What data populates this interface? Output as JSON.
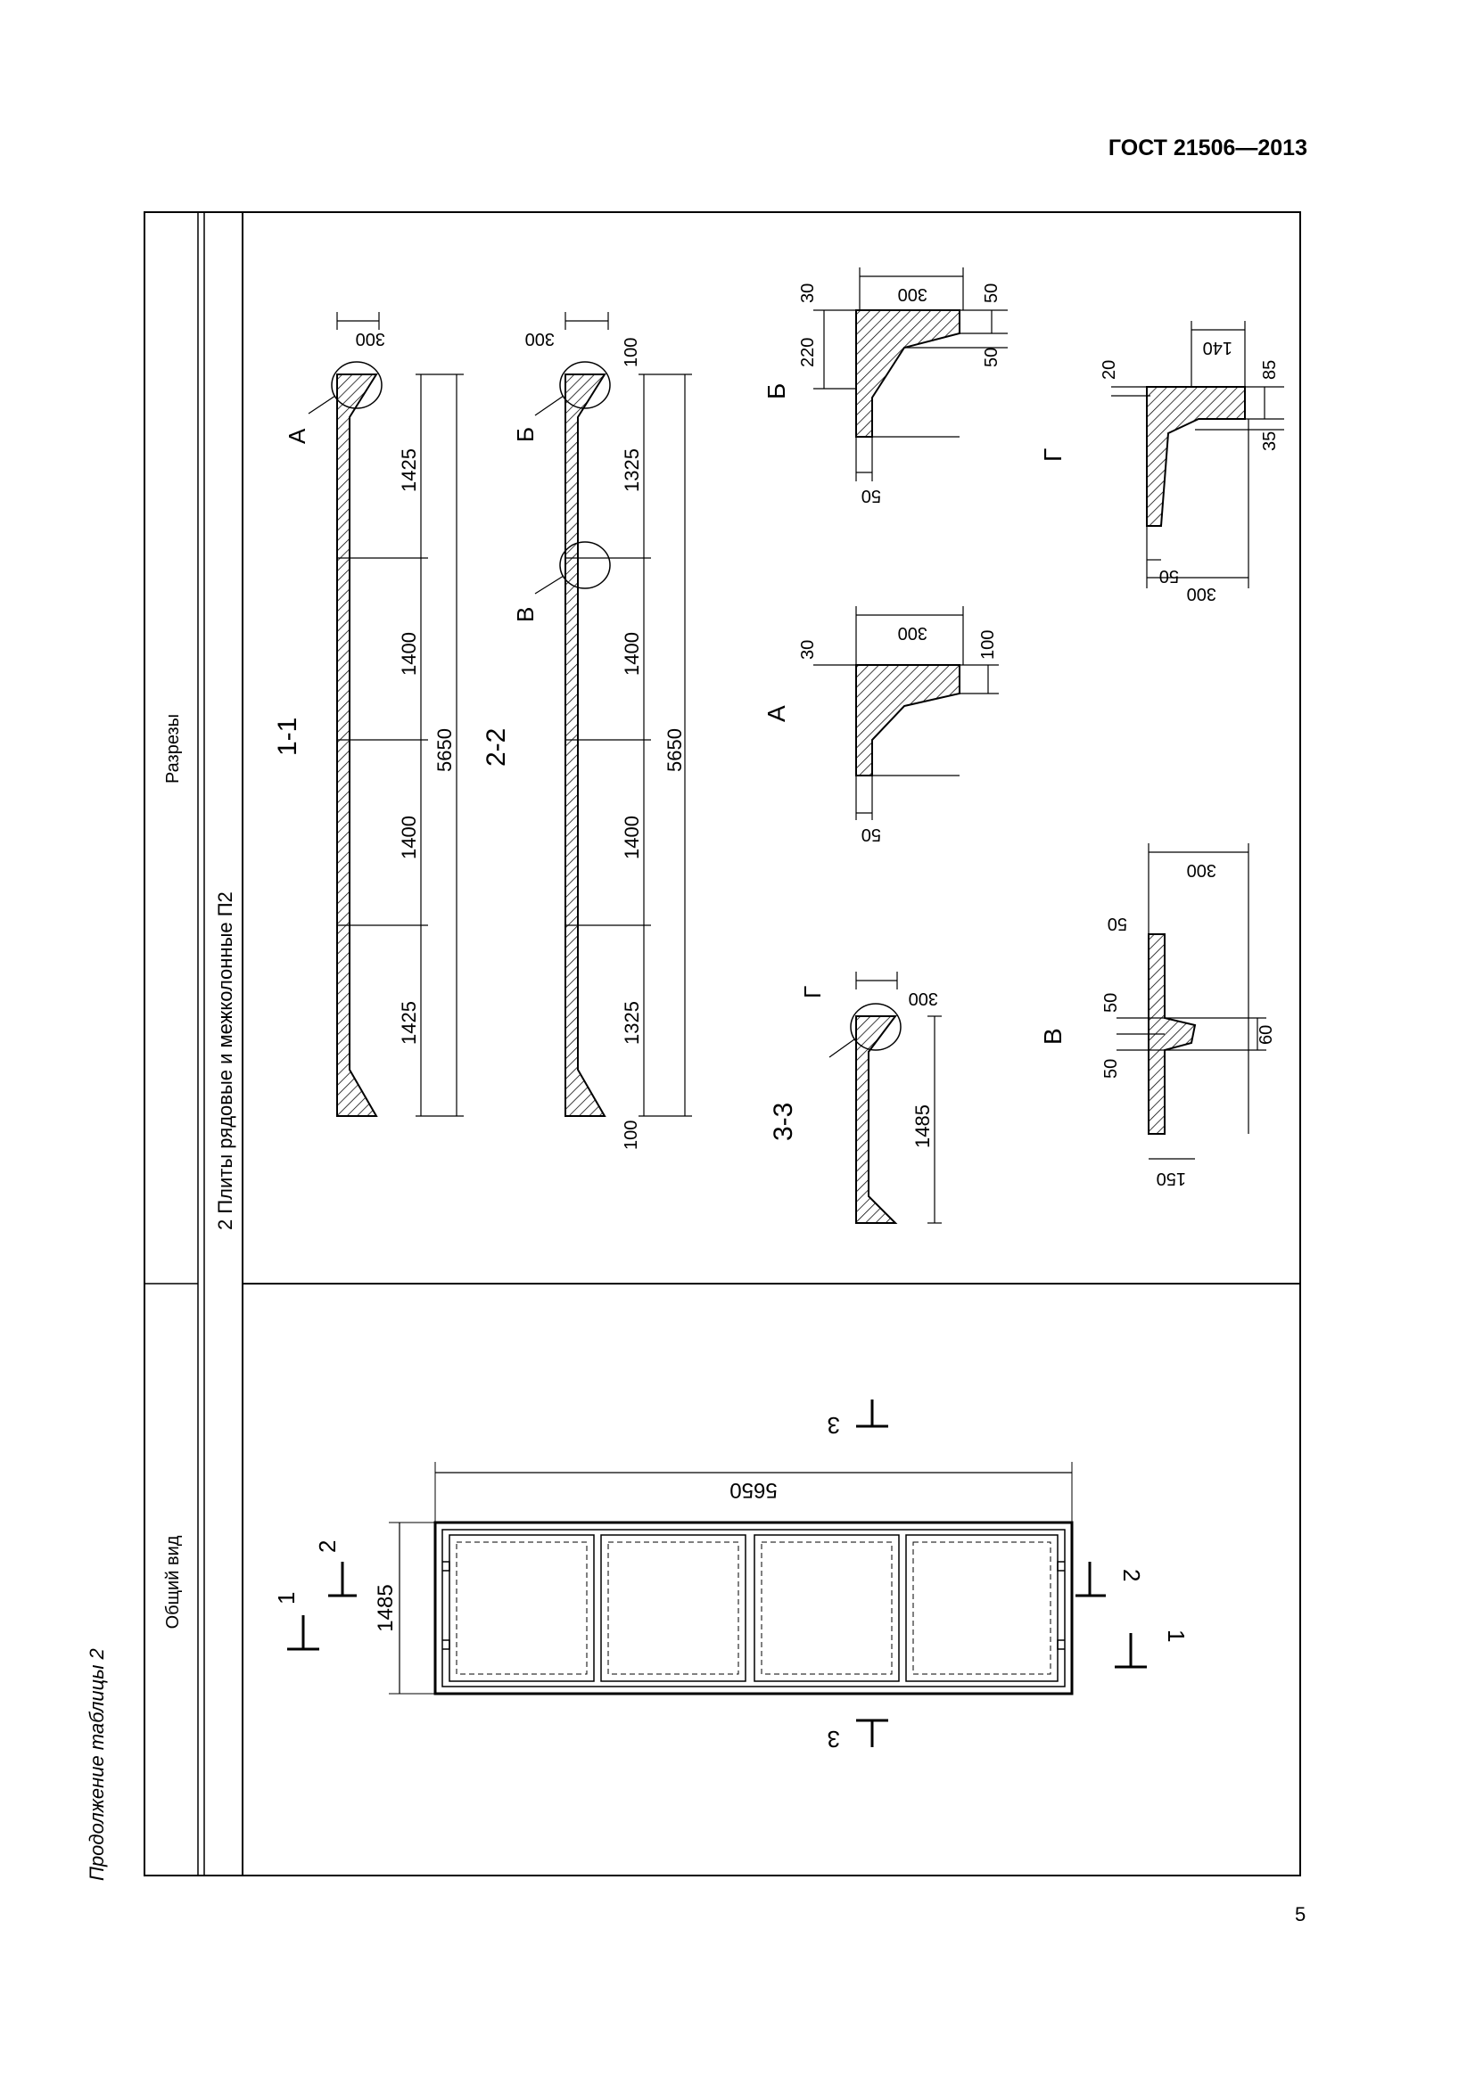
{
  "header": {
    "standard": "ГОСТ 21506—2013"
  },
  "side_caption": "Продолжение таблицы 2",
  "page_number": "5",
  "table": {
    "col_headers": {
      "general_view": "Общий вид",
      "sections": "Разрезы"
    },
    "row_title": "2 Плиты рядовые и межколонные П2"
  },
  "general_view": {
    "length": "5650",
    "width": "1485",
    "cut_marks": [
      "1",
      "2",
      "3"
    ]
  },
  "sections": {
    "s11": {
      "label": "1-1",
      "dims": [
        "1425",
        "1400",
        "1400",
        "1425",
        "5650",
        "300"
      ],
      "callout": "А"
    },
    "s22": {
      "label": "2-2",
      "dims": [
        "1325",
        "1400",
        "1400",
        "1325",
        "5650",
        "300",
        "100",
        "100"
      ],
      "callouts": [
        "Б",
        "В"
      ]
    },
    "s33": {
      "label": "3-3",
      "dims": [
        "1485",
        "300"
      ],
      "callout": "Г"
    },
    "details": {
      "A": {
        "label": "А",
        "dims": [
          "300",
          "30",
          "100",
          "50"
        ]
      },
      "B": {
        "label": "Б",
        "dims": [
          "300",
          "30",
          "220",
          "50",
          "50",
          "50"
        ]
      },
      "V": {
        "label": "В",
        "dims": [
          "300",
          "50",
          "50",
          "50",
          "60",
          "150"
        ]
      },
      "G": {
        "label": "Г",
        "dims": [
          "140",
          "20",
          "85",
          "35",
          "50",
          "300"
        ]
      }
    }
  }
}
